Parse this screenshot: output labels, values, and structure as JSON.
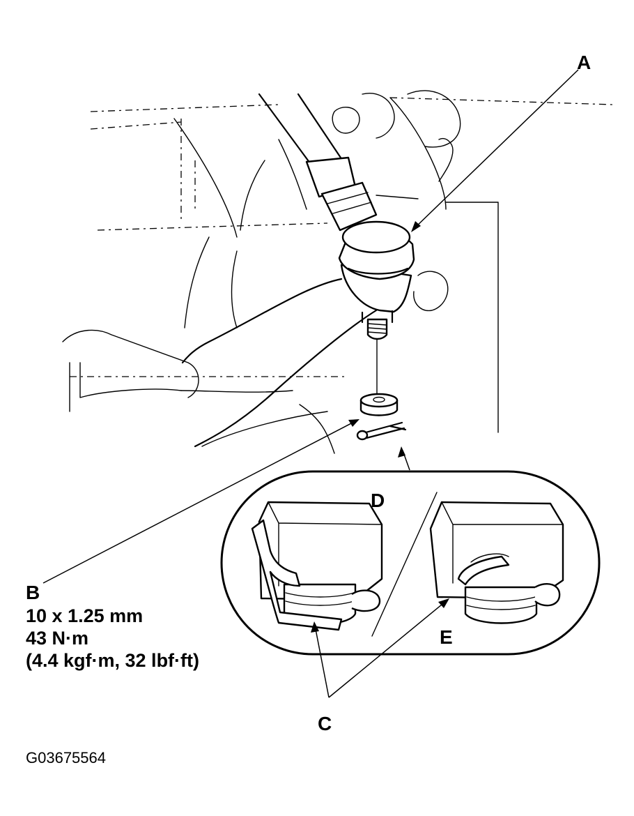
{
  "labels": {
    "a": "A",
    "b": "B",
    "c": "C",
    "d": "D",
    "e": "E"
  },
  "spec": {
    "thread": "10 x 1.25 mm",
    "torque_nm": "43 N·m",
    "torque_alt": "(4.4 kgf·m, 32 lbf·ft)"
  },
  "figure_code": "G03675564"
}
